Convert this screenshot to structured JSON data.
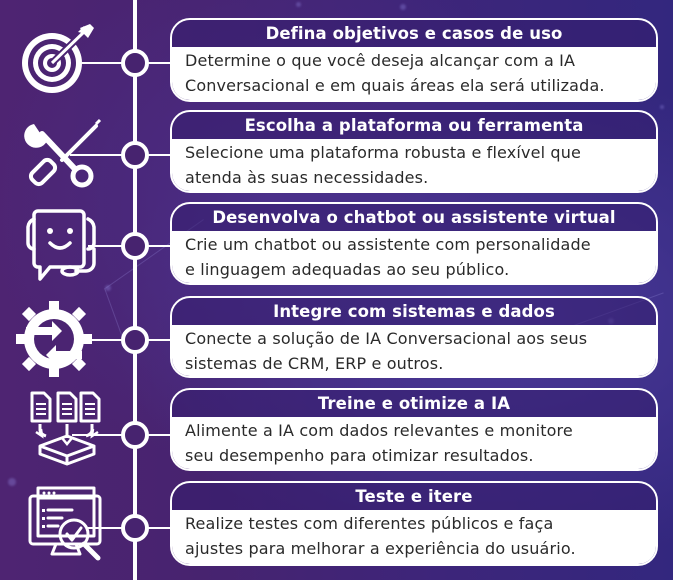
{
  "colors": {
    "background": "#47236f",
    "accent_blue": "#33277e",
    "card_header": "#3e2178",
    "card_body": "#ffffff",
    "line": "#ffffff",
    "text_dark": "#2a2a2a"
  },
  "steps": [
    {
      "icon": "target-icon",
      "title": "Defina objetivos e casos de uso",
      "line1": "Determine o que você deseja alcançar com a IA",
      "line2": "Conversacional e em quais áreas ela será utilizada."
    },
    {
      "icon": "tools-icon",
      "title": "Escolha a plataforma ou ferramenta",
      "line1": "Selecione uma plataforma robusta e flexível que",
      "line2": "atenda às suas necessidades."
    },
    {
      "icon": "chatbot-headset-icon",
      "title": "Desenvolva o chatbot ou assistente virtual",
      "line1": "Crie um chatbot ou assistente com personalidade",
      "line2": "e linguagem adequadas ao seu público."
    },
    {
      "icon": "gear-sync-icon",
      "title": "Integre com sistemas e dados",
      "line1": "Conecte a solução de IA Conversacional aos seus",
      "line2": "sistemas de CRM, ERP e outros."
    },
    {
      "icon": "documents-to-database-icon",
      "title": "Treine e otimize a IA",
      "line1": "Alimente a IA com dados relevantes e monitore",
      "line2": "seu desempenho para otimizar resultados."
    },
    {
      "icon": "monitor-inspection-icon",
      "title": "Teste e itere",
      "line1": "Realize testes com diferentes públicos e faça",
      "line2": "ajustes para melhorar a experiência do usuário."
    }
  ]
}
